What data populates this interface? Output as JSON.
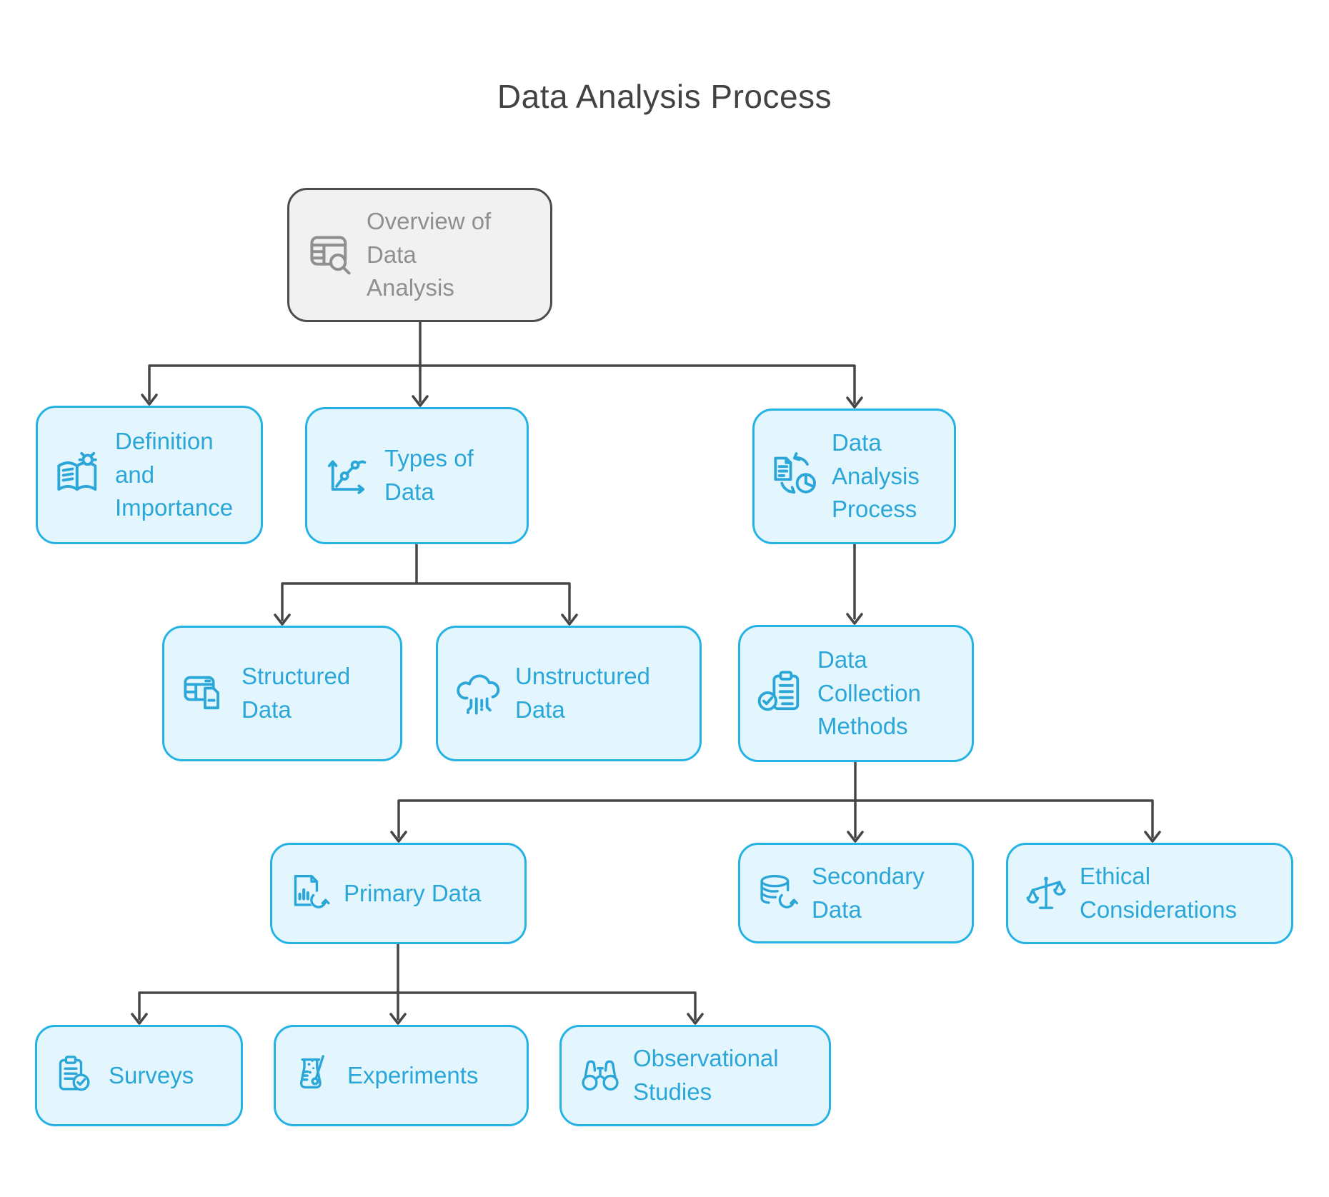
{
  "title": "Data Analysis Process",
  "colors": {
    "node_fill": "#e4f6fd",
    "node_border": "#25b2e4",
    "node_text": "#2ba6d9",
    "root_fill": "#f1f1f1",
    "root_border": "#4c4c4c",
    "root_text": "#8f8f8f",
    "connector": "#464646",
    "title_text": "#424242"
  },
  "nodes": {
    "overview": {
      "label": "Overview of\nData\nAnalysis",
      "icon": "table-search-icon"
    },
    "definition": {
      "label": "Definition\nand\nImportance",
      "icon": "book-idea-icon"
    },
    "types": {
      "label": "Types of\nData",
      "icon": "chart-axes-icon"
    },
    "process": {
      "label": "Data\nAnalysis\nProcess",
      "icon": "document-cycle-pie-icon"
    },
    "structured": {
      "label": "Structured\nData",
      "icon": "table-document-icon"
    },
    "unstructured": {
      "label": "Unstructured\nData",
      "icon": "cloud-data-icon"
    },
    "collection": {
      "label": "Data\nCollection\nMethods",
      "icon": "clipboard-check-icon"
    },
    "primary": {
      "label": "Primary Data",
      "icon": "document-chart-refresh-icon"
    },
    "secondary": {
      "label": "Secondary\nData",
      "icon": "database-refresh-icon"
    },
    "ethical": {
      "label": "Ethical\nConsiderations",
      "icon": "balance-scale-icon"
    },
    "surveys": {
      "label": "Surveys",
      "icon": "clipboard-check-icon"
    },
    "experiments": {
      "label": "Experiments",
      "icon": "beaker-icon"
    },
    "observational": {
      "label": "Observational\nStudies",
      "icon": "binoculars-icon"
    }
  },
  "edges": [
    {
      "from": "overview",
      "to": "definition"
    },
    {
      "from": "overview",
      "to": "types"
    },
    {
      "from": "overview",
      "to": "process"
    },
    {
      "from": "types",
      "to": "structured"
    },
    {
      "from": "types",
      "to": "unstructured"
    },
    {
      "from": "process",
      "to": "collection"
    },
    {
      "from": "collection",
      "to": "primary"
    },
    {
      "from": "collection",
      "to": "secondary"
    },
    {
      "from": "collection",
      "to": "ethical"
    },
    {
      "from": "primary",
      "to": "surveys"
    },
    {
      "from": "primary",
      "to": "experiments"
    },
    {
      "from": "primary",
      "to": "observational"
    }
  ]
}
